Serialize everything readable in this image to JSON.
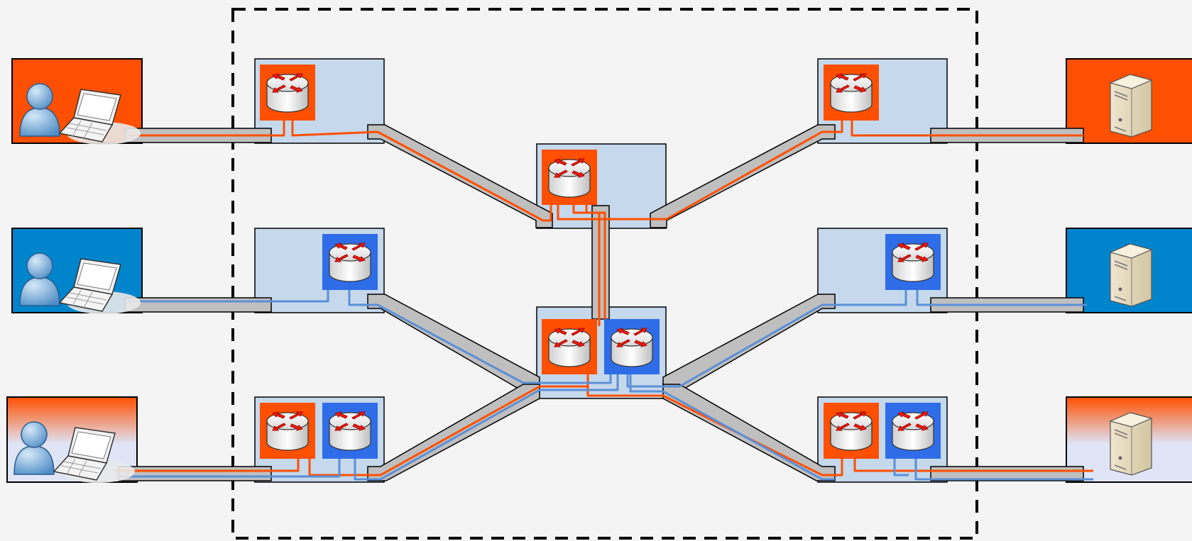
{
  "colors": {
    "background": "#f4f4f4",
    "orange": "#ff4f00",
    "blue": "#0085cc",
    "router_box": "#c5d8ec",
    "router_orange_bg": "#ff4f00",
    "router_blue_bg": "#2f6de8",
    "link_gray": "#bfbfbf",
    "path_orange": "#ff4f00",
    "path_blue": "#5b8fd6",
    "boundary": "#000000"
  },
  "diagram": {
    "boundary": {
      "style": "dashed"
    },
    "clients": [
      {
        "id": "client-top",
        "type": "user-laptop",
        "background": "orange",
        "paths": [
          "orange"
        ]
      },
      {
        "id": "client-middle",
        "type": "user-laptop",
        "background": "blue",
        "paths": [
          "blue"
        ]
      },
      {
        "id": "client-bottom",
        "type": "user-laptop",
        "background": "gradient",
        "paths": [
          "orange",
          "blue"
        ]
      }
    ],
    "servers": [
      {
        "id": "server-top",
        "type": "server-tower",
        "background": "orange",
        "paths": [
          "orange"
        ]
      },
      {
        "id": "server-middle",
        "type": "server-tower",
        "background": "blue",
        "paths": [
          "blue"
        ]
      },
      {
        "id": "server-bottom",
        "type": "server-tower",
        "background": "gradient",
        "paths": [
          "orange",
          "blue"
        ]
      }
    ],
    "routers": [
      {
        "id": "router-left-top",
        "instances": [
          "orange"
        ]
      },
      {
        "id": "router-left-middle",
        "instances": [
          "blue"
        ]
      },
      {
        "id": "router-left-bottom",
        "instances": [
          "orange",
          "blue"
        ]
      },
      {
        "id": "router-center-top",
        "instances": [
          "orange"
        ]
      },
      {
        "id": "router-center-bottom",
        "instances": [
          "orange",
          "blue"
        ]
      },
      {
        "id": "router-right-top",
        "instances": [
          "orange"
        ]
      },
      {
        "id": "router-right-middle",
        "instances": [
          "blue"
        ]
      },
      {
        "id": "router-right-bottom",
        "instances": [
          "orange",
          "blue"
        ]
      }
    ]
  }
}
